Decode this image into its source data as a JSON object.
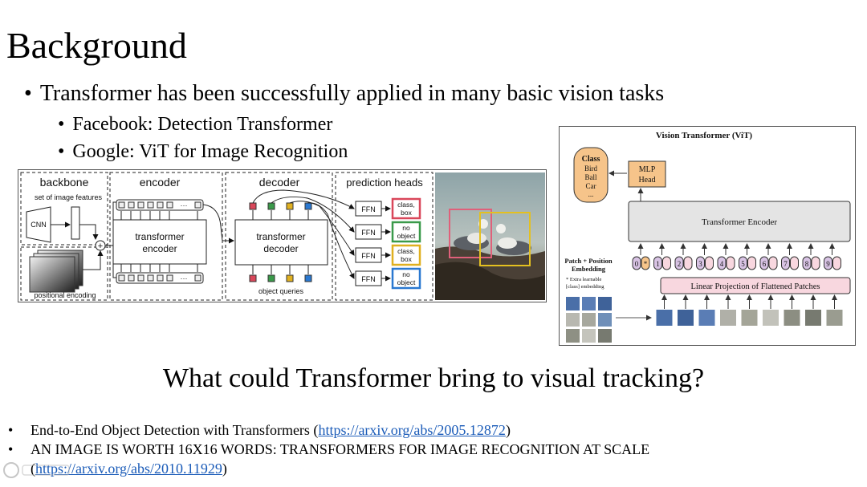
{
  "title": "Background",
  "bullets": {
    "main": "Transformer has been successfully applied in many basic vision tasks",
    "sub1": "Facebook: Detection Transformer",
    "sub2": "Google: ViT for Image Recognition",
    "marker": "•"
  },
  "detr_figure": {
    "backbone": "backbone",
    "image_features": "set of image features",
    "cnn": "CNN",
    "positional_encoding": "positional encoding",
    "encoder": "encoder",
    "transformer_encoder_line1": "transformer",
    "transformer_encoder_line2": "encoder",
    "decoder": "decoder",
    "transformer_decoder_line1": "transformer",
    "transformer_decoder_line2": "decoder",
    "object_queries": "object queries",
    "prediction_heads": "prediction heads",
    "ffn": "FFN",
    "ellipsis": "···",
    "plus": "+",
    "heads": [
      {
        "line1": "class,",
        "line2": "box",
        "color": "#d9475a"
      },
      {
        "line1": "no",
        "line2": "object",
        "color": "#3a9a4a"
      },
      {
        "line1": "class,",
        "line2": "box",
        "color": "#e0b020"
      },
      {
        "line1": "no",
        "line2": "object",
        "color": "#2a78d0"
      }
    ],
    "query_colors": [
      "#d9475a",
      "#3a9a4a",
      "#e0b020",
      "#2a78d0"
    ]
  },
  "vit_figure": {
    "title": "Vision Transformer (ViT)",
    "class_title": "Class",
    "classes": [
      "Bird",
      "Ball",
      "Car",
      "..."
    ],
    "mlp_line1": "MLP",
    "mlp_line2": "Head",
    "transformer_encoder": "Transformer Encoder",
    "patch_line1": "Patch + Position",
    "patch_line2": "Embedding",
    "extra_line1": "* Extra learnable",
    "extra_line2": "[class] embedding",
    "linear_projection": "Linear Projection of Flattened Patches",
    "tokens": [
      "0",
      "1",
      "2",
      "3",
      "4",
      "5",
      "6",
      "7",
      "8",
      "9"
    ],
    "star": "*"
  },
  "question": "What could Transformer bring to visual tracking?",
  "references": [
    {
      "text": "End-to-End Object Detection with Transformers (",
      "link": "https://arxiv.org/abs/2005.12872",
      "tail": ")"
    },
    {
      "text": "AN IMAGE IS WORTH 16X16 WORDS: TRANSFORMERS FOR IMAGE RECOGNITION AT SCALE",
      "link": "",
      "tail": ""
    },
    {
      "text": "(",
      "link": "https://arxiv.org/abs/2010.11929",
      "tail": ")"
    }
  ],
  "ref_marker": "•"
}
